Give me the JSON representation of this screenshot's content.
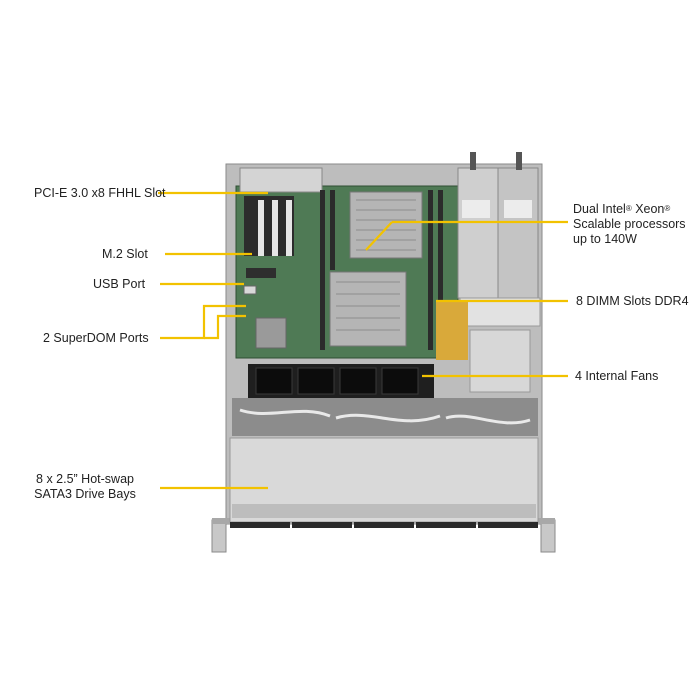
{
  "labels": {
    "pcie_slot": "PCI-E 3.0 x8 FHHL Slot",
    "m2_slot": "M.2 Slot",
    "usb_port": "USB Port",
    "superdom_ports": "2 SuperDOM Ports",
    "drive_bays_line1": "8 x 2.5” Hot-swap",
    "drive_bays_line2": "SATA3 Drive Bays",
    "cpu_line1_a": "Dual Intel",
    "cpu_line1_b": " Xeon",
    "cpu_line2": "Scalable processors",
    "cpu_line3": "up to 140W",
    "registered_mark": "®",
    "dimm_slots": "8 DIMM Slots DDR4",
    "fans": "4 Internal Fans"
  },
  "colors": {
    "leader_line": "#f2c200",
    "chassis": "#c9c9c9",
    "board": "#4f7a55",
    "heatsink": "#b9b9b9",
    "drive_bay": "#d9d9d9",
    "fan": "#1c1c1c",
    "psu": "#cfcfcf"
  }
}
